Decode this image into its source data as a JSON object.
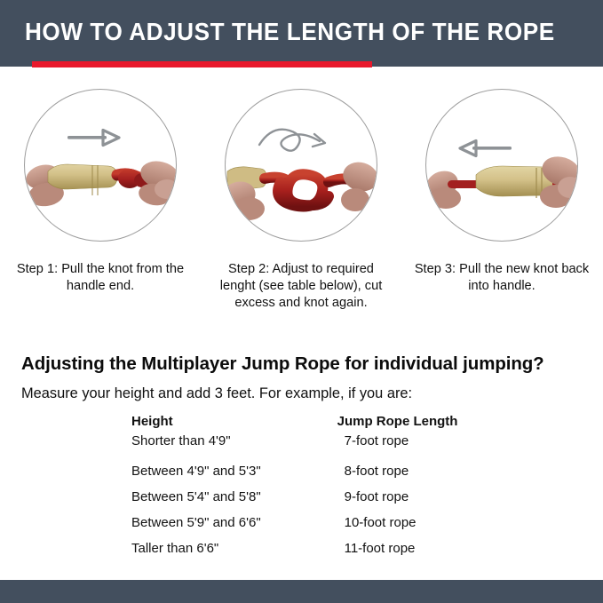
{
  "header": {
    "title": "HOW TO ADJUST THE LENGTH OF THE ROPE",
    "bar_color": "#434F5E",
    "rule_color": "#E8192C",
    "title_color": "#FFFFFF"
  },
  "steps": [
    {
      "image_name": "handle-pull-knot-illustration",
      "arrow": "arrow-right-icon",
      "caption": "Step 1: Pull the knot from the handle end."
    },
    {
      "image_name": "rope-knot-tying-illustration",
      "arrow": "arrow-loop-icon",
      "caption": "Step 2: Adjust to required lenght (see table below), cut excess and knot again."
    },
    {
      "image_name": "handle-insert-knot-illustration",
      "arrow": "arrow-left-icon",
      "caption": "Step 3: Pull the new knot back into handle."
    }
  ],
  "body": {
    "heading": "Adjusting the Multiplayer Jump Rope for individual jumping?",
    "subheading": "Measure your height and add 3 feet. For example, if you are:"
  },
  "table": {
    "columns": [
      "Height",
      "Jump Rope Length"
    ],
    "rows": [
      [
        "Shorter than 4'9\"",
        "7-foot rope"
      ],
      [
        "Between 4'9\" and 5'3\"",
        "8-foot rope"
      ],
      [
        "Between 5'4\" and 5'8\"",
        "9-foot rope"
      ],
      [
        "Between 5'9\" and 6'6\"",
        "10-foot rope"
      ],
      [
        "Taller than 6'6\"",
        "11-foot rope"
      ]
    ]
  },
  "footer": {
    "bar_color": "#434F5E"
  },
  "palette": {
    "rope_red": "#A31F1F",
    "rope_red_light": "#C0392B",
    "wood": "#CFBC84",
    "wood_dark": "#A79355",
    "skin": "#C9A093",
    "skin_dark": "#A67C6E",
    "arrow_gray": "#8E9296",
    "circle_border": "#9D9D9D"
  }
}
